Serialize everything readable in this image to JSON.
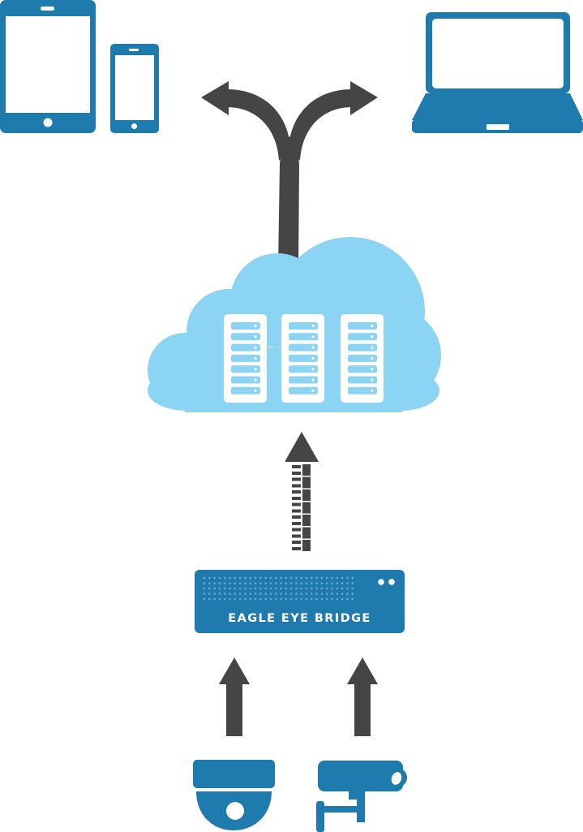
{
  "diagram": {
    "title": "Eagle Eye Bridge cloud video architecture",
    "colors": {
      "device_blue": "#1f7aad",
      "cloud_blue": "#8bd4f4",
      "arrow_dark": "#454545",
      "white": "#ffffff"
    },
    "nodes": {
      "tablet": {
        "label": "tablet-icon"
      },
      "phone": {
        "label": "smartphone-icon"
      },
      "laptop": {
        "label": "laptop-icon"
      },
      "cloud": {
        "label": "cloud-servers",
        "server_count": 3,
        "units_per_server": 7
      },
      "bridge": {
        "label": "EAGLE EYE BRIDGE"
      },
      "dome_camera": {
        "label": "dome-camera-icon"
      },
      "bullet_camera": {
        "label": "bullet-camera-icon"
      }
    },
    "edges": [
      {
        "from": "dome_camera",
        "to": "bridge",
        "style": "solid-arrow"
      },
      {
        "from": "bullet_camera",
        "to": "bridge",
        "style": "solid-arrow"
      },
      {
        "from": "bridge",
        "to": "cloud",
        "style": "segmented-arrow"
      },
      {
        "from": "cloud",
        "to": [
          "tablet",
          "phone",
          "laptop"
        ],
        "style": "forked-arrow"
      }
    ]
  }
}
